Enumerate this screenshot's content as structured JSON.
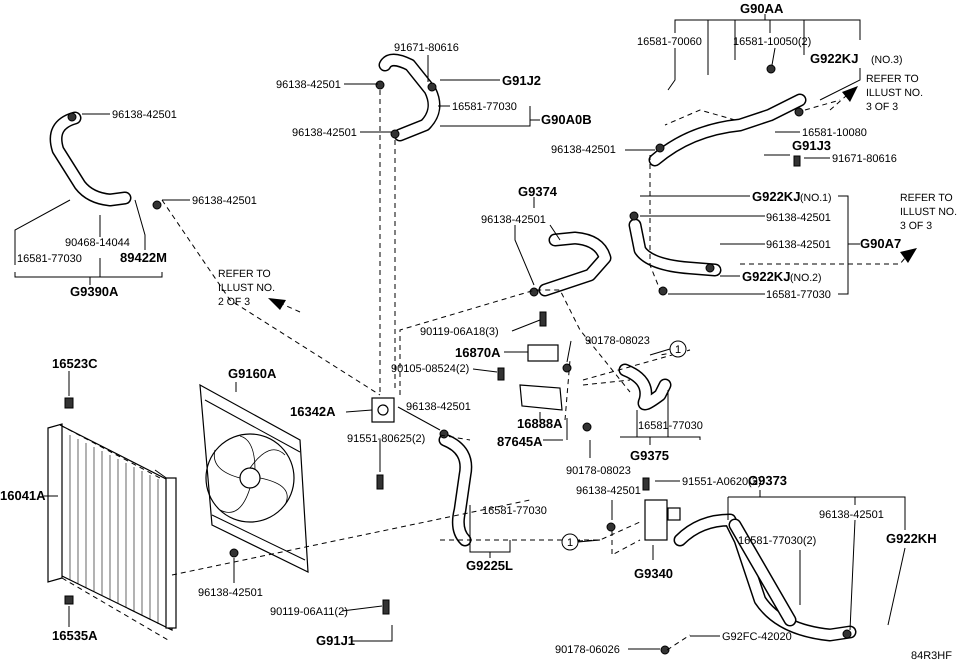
{
  "diagram_code": "84R3HF",
  "labels": {
    "g90aa": "G90AA",
    "p16581_70060": "16581-70060",
    "p16581_10050": "16581-10050(2)",
    "g922kj_no3": "G922KJ",
    "g922kj_no3_suffix": "(NO.3)",
    "refer_a_1": "REFER TO",
    "refer_a_2": "ILLUST NO.",
    "refer_a_3": "3 OF 3",
    "p16581_10080": "16581-10080",
    "p96138_tr": "96138-42501",
    "g91j3": "G91J3",
    "p91671_r": "91671-80616",
    "p91671_top": "91671-80616",
    "p96138_top1": "96138-42501",
    "g91j2": "G91J2",
    "p16581_77030_top": "16581-77030",
    "g90a0b": "G90A0B",
    "p96138_top2": "96138-42501",
    "p96138_left1": "96138-42501",
    "p96138_left2": "96138-42501",
    "p90468": "90468-14044",
    "p16581_77030_left": "16581-77030",
    "p89422m": "89422M",
    "g9390a": "G9390A",
    "g9374": "G9374",
    "p96138_mid": "96138-42501",
    "g922kj_no1": "G922KJ",
    "g922kj_no1_suffix": "(NO.1)",
    "p96138_r1": "96138-42501",
    "p96138_r2": "96138-42501",
    "g90a7": "G90A7",
    "g922kj_no2": "G922KJ",
    "g922kj_no2_suffix": "(NO.2)",
    "p16581_77030_r": "16581-77030",
    "refer_b_1": "REFER TO",
    "refer_b_2": "ILLUST NO.",
    "refer_b_3": "3 OF 3",
    "refer_c_1": "REFER TO",
    "refer_c_2": "ILLUST NO.",
    "refer_c_3": "2 OF 3",
    "p90119_06a18": "90119-06A18(3)",
    "p16870a": "16870A",
    "p90178_a": "90178-08023",
    "p90105": "90105-08524(2)",
    "circle_1a": "1",
    "p16523c": "16523C",
    "g9160a": "G9160A",
    "p16342a": "16342A",
    "p96138_c": "96138-42501",
    "p91551_80625": "91551-80625(2)",
    "p16888a": "16888A",
    "p87645a": "87645A",
    "p16581_77030_g9375": "16581-77030",
    "g9375": "G9375",
    "p90178_b": "90178-08023",
    "p16041a": "16041A",
    "p91551_a0620": "91551-A0620(2)",
    "g9373": "G9373",
    "p96138_d": "96138-42501",
    "p96138_e": "96138-42501",
    "p16581_77030_c": "16581-77030",
    "p16581_77030_2": "16581-77030(2)",
    "g922kh": "G922KH",
    "g9225l": "G9225L",
    "circle_1b": "1",
    "g9340": "G9340",
    "p96138_f": "96138-42501",
    "p16535a": "16535A",
    "p90119_06a11": "90119-06A11(2)",
    "g91j1": "G91J1",
    "p90178_06026": "90178-06026",
    "g92fc": "G92FC-42020"
  }
}
